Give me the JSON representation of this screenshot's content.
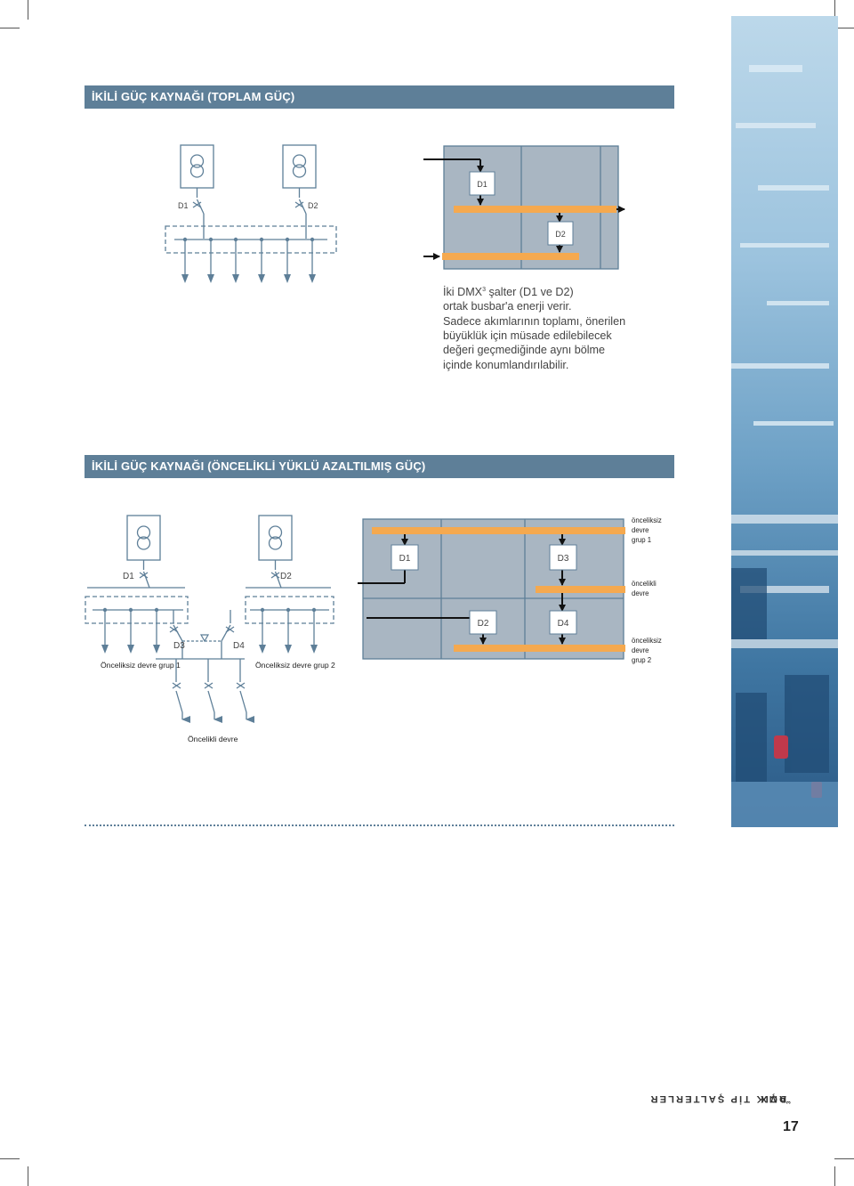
{
  "sections": [
    {
      "title": "İKİLİ GÜÇ KAYNAĞI (TOPLAM GÜÇ)",
      "schematic_labels": {
        "d1": "D1",
        "d2": "D2"
      },
      "panel_labels": {
        "d1": "D1",
        "d2": "D2"
      },
      "description": {
        "line1_pre": "İki DMX",
        "line1_sup": "3",
        "line1_post": " şalter (D1 ve D2)",
        "lines": [
          "ortak busbar'a enerji verir.",
          "Sadece akımlarının toplamı, önerilen",
          "büyüklük için müsade edilebilecek",
          "değeri geçmediğinde aynı bölme",
          "içinde konumlandırılabilir."
        ]
      }
    },
    {
      "title": "İKİLİ GÜÇ KAYNAĞI (ÖNCELİKLİ YÜKLÜ AZALTILMIŞ GÜÇ)",
      "schematic_labels": {
        "d1": "D1",
        "d2": "D2",
        "d3": "D3",
        "d4": "D4",
        "group1": "Önceliksiz devre grup 1",
        "group2": "Önceliksiz devre grup 2",
        "priority": "Öncelikli devre"
      },
      "panel_labels": {
        "d1": "D1",
        "d2": "D2",
        "d3": "D3",
        "d4": "D4"
      },
      "legend": {
        "nonpriority1": [
          "önceliksiz",
          "devre",
          "grup 1"
        ],
        "priority": [
          "öncelikli",
          "devre"
        ],
        "nonpriority2": [
          "önceliksiz",
          "devre",
          "grup 2"
        ]
      }
    }
  ],
  "sidebar": {
    "title_pre": "DMX",
    "title_sup": "3",
    "title_post": " AÇIK TİP ŞALTERLER",
    "page_number": "17"
  },
  "colors": {
    "banner": "#5e7f98",
    "line": "#5e7f98",
    "panel": "#a9b6c2",
    "busbar": "#f5a94f"
  }
}
